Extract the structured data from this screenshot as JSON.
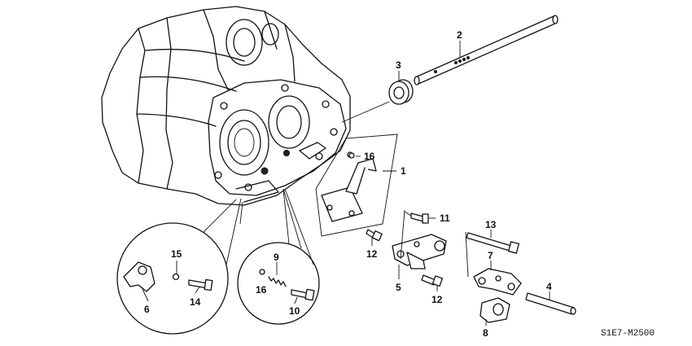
{
  "diagram_code": "S1E7-M2500",
  "callouts": {
    "c1": "1",
    "c2": "2",
    "c3": "3",
    "c4": "4",
    "c5": "5",
    "c6": "6",
    "c7": "7",
    "c8": "8",
    "c9": "9",
    "c10": "10",
    "c11": "11",
    "c12a": "12",
    "c12b": "12",
    "c13": "13",
    "c14": "14",
    "c15": "15",
    "c16a": "16",
    "c16b": "16"
  },
  "colors": {
    "line": "#111111",
    "background": "#ffffff"
  }
}
